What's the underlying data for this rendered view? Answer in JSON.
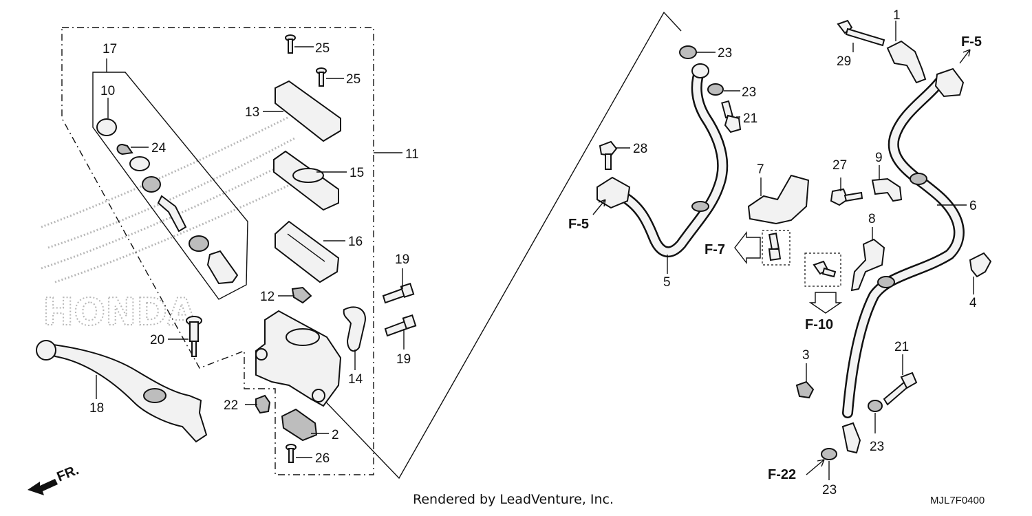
{
  "callouts": {
    "c1": "1",
    "c2": "2",
    "c3": "3",
    "c4": "4",
    "c5": "5",
    "c6": "6",
    "c7": "7",
    "c8": "8",
    "c9": "9",
    "c10": "10",
    "c11": "11",
    "c12": "12",
    "c13": "13",
    "c14": "14",
    "c15": "15",
    "c16": "16",
    "c17": "17",
    "c18": "18",
    "c19a": "19",
    "c19b": "19",
    "c20": "20",
    "c21a": "21",
    "c21b": "21",
    "c22": "22",
    "c23a": "23",
    "c23b": "23",
    "c23c": "23",
    "c23d": "23",
    "c24": "24",
    "c25a": "25",
    "c25b": "25",
    "c26": "26",
    "c27": "27",
    "c28": "28",
    "c29": "29"
  },
  "refs": {
    "f5_left": "F-5",
    "f5_right": "F-5",
    "f7": "F-7",
    "f10": "F-10",
    "f22": "F-22",
    "fr": "FR."
  },
  "watermark": "HONDA",
  "footer": {
    "rendered_by": "Rendered by LeadVenture, Inc.",
    "diagram_code": "MJL7F0400"
  }
}
